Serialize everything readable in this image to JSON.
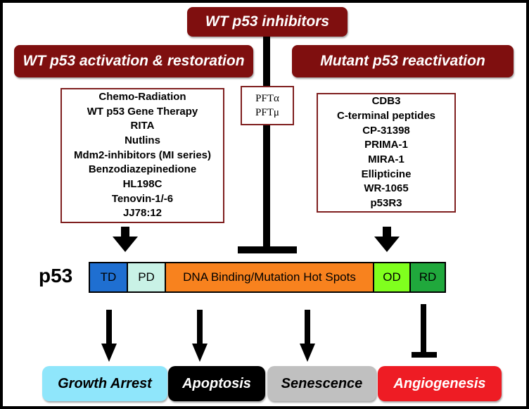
{
  "banners": {
    "inhibitors": "WT p53 inhibitors",
    "activation": "WT p53 activation & restoration",
    "reactivation": "Mutant p53 reactivation"
  },
  "activation_list": [
    "Chemo-Radiation",
    "WT p53 Gene Therapy",
    "RITA",
    "Nutlins",
    "Mdm2-inhibitors (MI series)",
    "Benzodiazepinedione",
    "HL198C",
    "Tenovin-1/-6",
    "JJ78:12"
  ],
  "inhibitor_list": [
    "PFTα",
    "PFTμ"
  ],
  "reactivation_list": [
    "CDB3",
    "C-terminal peptides",
    "CP-31398",
    "PRIMA-1",
    "MIRA-1",
    "Ellipticine",
    "WR-1065",
    "p53R3"
  ],
  "protein_label": "p53",
  "domains": [
    {
      "label": "TD",
      "color": "#1f6fd1"
    },
    {
      "label": "PD",
      "color": "#c9f2e6"
    },
    {
      "label": "DNA Binding/Mutation Hot Spots",
      "color": "#f8821e"
    },
    {
      "label": "OD",
      "color": "#80ff1e"
    },
    {
      "label": "RD",
      "color": "#20a83c"
    }
  ],
  "outcomes": [
    {
      "label": "Growth Arrest",
      "bg": "#8fe6fb",
      "fg": "#000000"
    },
    {
      "label": "Apoptosis",
      "bg": "#000000",
      "fg": "#ffffff"
    },
    {
      "label": "Senescence",
      "bg": "#c0c0c0",
      "fg": "#000000"
    },
    {
      "label": "Angiogenesis",
      "bg": "#ee1c24",
      "fg": "#ffffff"
    }
  ]
}
